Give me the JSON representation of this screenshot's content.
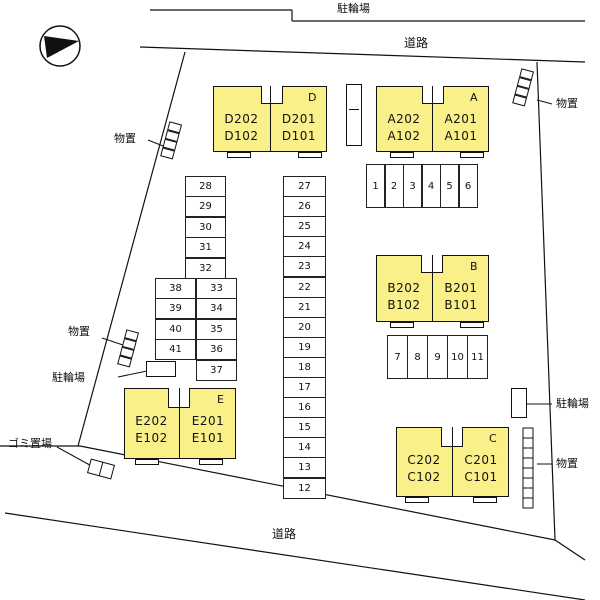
{
  "roads": {
    "top_label": "道路",
    "bottom_label": "道路"
  },
  "facilities": {
    "bike_top": "駐輪場",
    "bike_left": "駐輪場",
    "bike_right": "駐輪場",
    "storage_left_top": "物置",
    "storage_left_mid": "物置",
    "storage_right_top": "物置",
    "storage_right_bottom": "物置",
    "garbage": "ゴミ置場"
  },
  "buildings": {
    "D": {
      "letter": "D",
      "left_unit": [
        "D202",
        "D102"
      ],
      "right_unit": [
        "D201",
        "D101"
      ]
    },
    "A": {
      "letter": "A",
      "left_unit": [
        "A202",
        "A102"
      ],
      "right_unit": [
        "A201",
        "A101"
      ]
    },
    "B": {
      "letter": "B",
      "left_unit": [
        "B202",
        "B102"
      ],
      "right_unit": [
        "B201",
        "B101"
      ]
    },
    "E": {
      "letter": "E",
      "left_unit": [
        "E202",
        "E102"
      ],
      "right_unit": [
        "E201",
        "E101"
      ]
    },
    "C": {
      "letter": "C",
      "left_unit": [
        "C202",
        "C102"
      ],
      "right_unit": [
        "C201",
        "C101"
      ]
    }
  },
  "parking": {
    "row_1_6": [
      "1",
      "2",
      "3",
      "4",
      "5",
      "6"
    ],
    "row_7_11": [
      "7",
      "8",
      "9",
      "10",
      "11"
    ],
    "column_12_27": [
      "27",
      "26",
      "25",
      "24",
      "23",
      "22",
      "21",
      "20",
      "19",
      "18",
      "17",
      "16",
      "15",
      "14",
      "13",
      "12"
    ],
    "column_28_32": [
      "28",
      "29",
      "30",
      "31",
      "32"
    ],
    "column_33_37": [
      "33",
      "34",
      "35",
      "36",
      "37"
    ],
    "column_38_41": [
      "38",
      "39",
      "40",
      "41"
    ]
  },
  "compass": {
    "icon": "north-arrow-icon"
  }
}
